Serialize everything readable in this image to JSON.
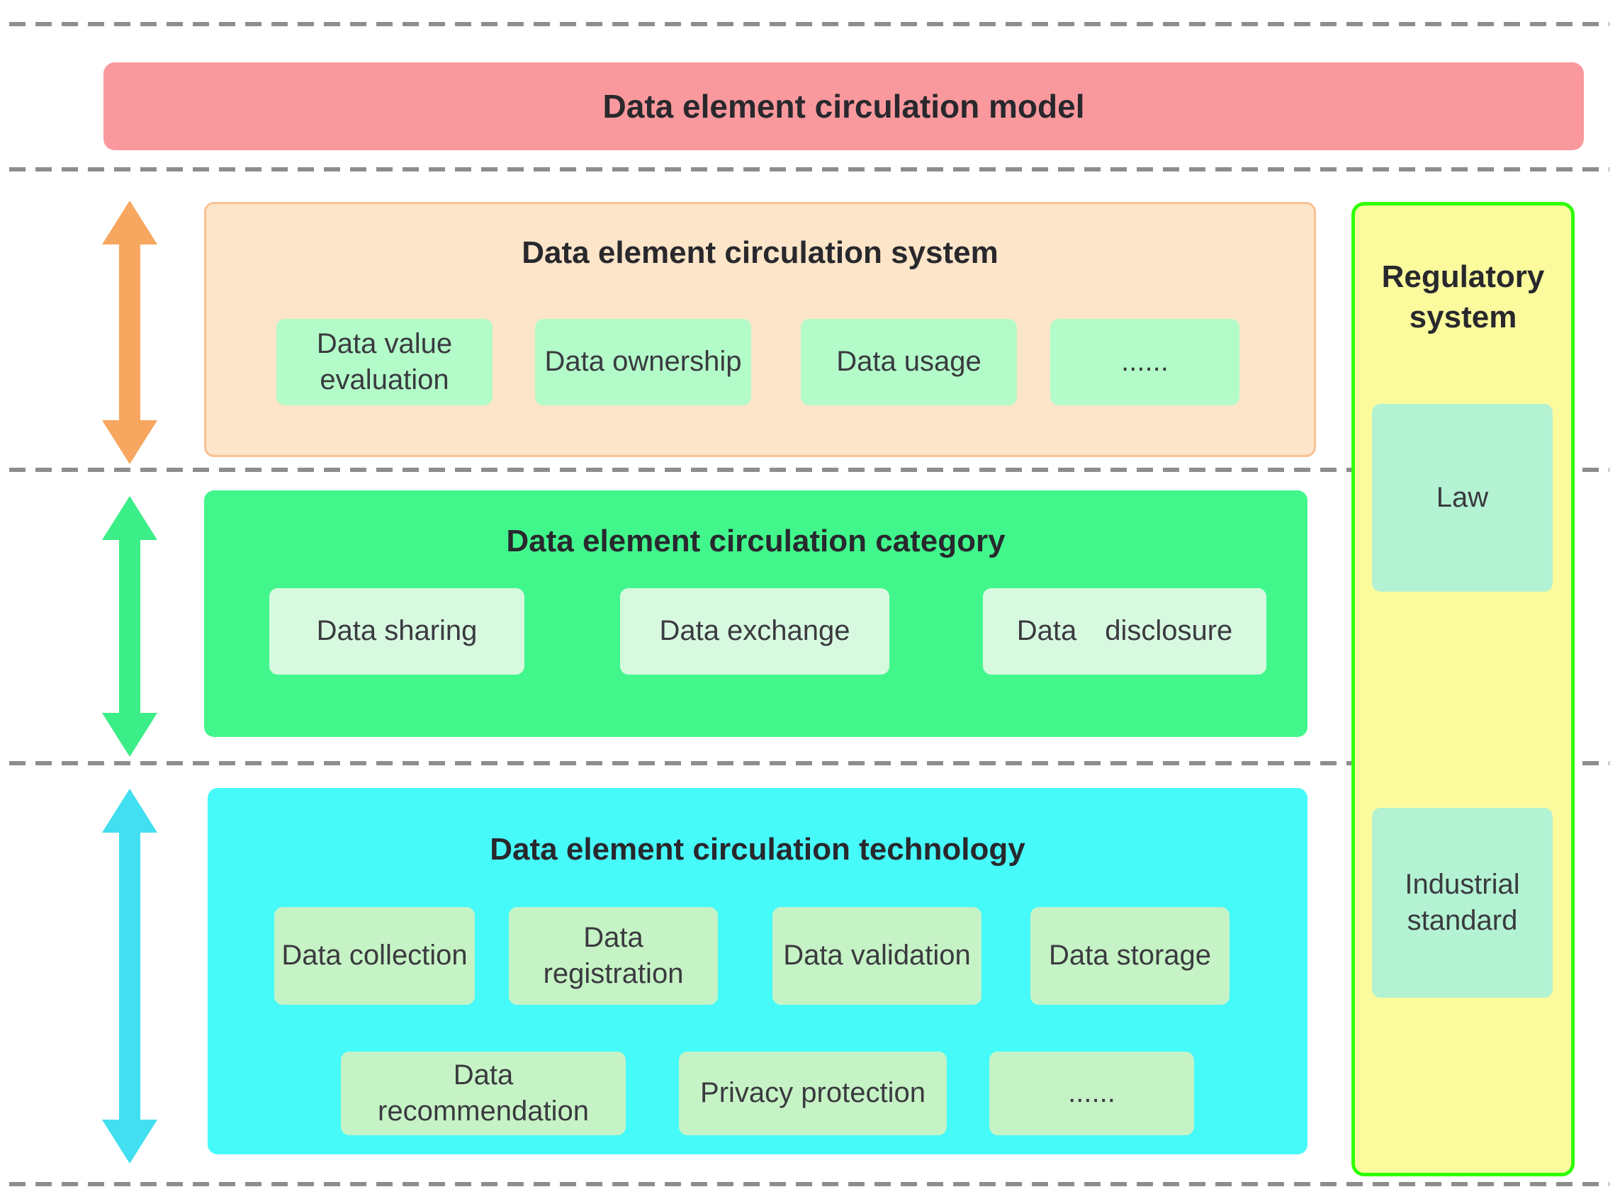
{
  "page": {
    "background": "#ffffff",
    "divider_color": "#8d8d8d",
    "title_color": "#28282d",
    "label_color": "#3a3a3f"
  },
  "header": {
    "title": "Data element circulation model",
    "bg": "#fa999d"
  },
  "sections": {
    "system": {
      "title": "Data element circulation system",
      "bg": "#fce5c8",
      "border": "#f8c292",
      "item_bg": "#b3fbc9",
      "arrow_color": "#f7a75f",
      "items": [
        {
          "label": "Data value evaluation"
        },
        {
          "label": "Data ownership"
        },
        {
          "label": "Data usage"
        },
        {
          "label": "......"
        }
      ]
    },
    "category": {
      "title": "Data element circulation category",
      "bg": "#41f78c",
      "item_bg": "#d7f9e0",
      "arrow_color": "#3cee87",
      "items": [
        {
          "label": "Data sharing"
        },
        {
          "label": "Data exchange"
        },
        {
          "label": "Data disclosure"
        }
      ]
    },
    "technology": {
      "title": "Data element circulation technology",
      "bg": "#46fafa",
      "item_bg": "#c6f3c5",
      "arrow_color": "#41dff0",
      "items_row1": [
        {
          "label": "Data collection"
        },
        {
          "label": "Data registration"
        },
        {
          "label": "Data validation"
        },
        {
          "label": "Data storage"
        }
      ],
      "items_row2": [
        {
          "label": "Data recommendation"
        },
        {
          "label": "Privacy protection"
        },
        {
          "label": "......"
        }
      ]
    },
    "regulatory": {
      "title": "Regulatory system",
      "bg": "#fbfb9d",
      "border": "#2fff05",
      "item_bg": "#b3f2d2",
      "items": [
        {
          "label": "Law"
        },
        {
          "label": "Industrial standard"
        }
      ]
    }
  }
}
